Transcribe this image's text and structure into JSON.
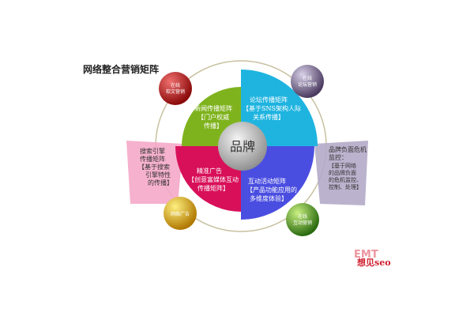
{
  "title": "网络整合营销矩阵",
  "center": "品牌",
  "quadrants": {
    "news": [
      "新闻传播矩阵",
      "【门户权威",
      "传播】"
    ],
    "forum": [
      "论坛传播矩阵",
      "【基于SNS架构人际",
      "关系传播】"
    ],
    "ads": [
      "精准广告",
      "【创意富媒体互动",
      "传播矩阵】"
    ],
    "interactive": [
      "互动活动矩阵",
      "【产品功能应用的",
      "多维度体验】"
    ]
  },
  "spheres": {
    "red": [
      "在线",
      "软文营销"
    ],
    "purple": [
      "在线",
      "论坛营销"
    ],
    "yellow": [
      "网络广告"
    ],
    "green": [
      "在线",
      "互动营销"
    ]
  },
  "fans": {
    "left": [
      "搜索引擎",
      "传播矩阵",
      "【基于搜索",
      "引擎特性",
      "的传播】"
    ],
    "right": [
      "品牌负面危机",
      "监控：",
      "【基于网络",
      "的品牌负面",
      "的危机监控、",
      "控制、处理】"
    ]
  },
  "logo": {
    "top": "EMT",
    "bottom": "想见seo"
  },
  "colors": {
    "green": "#7fb31e",
    "cyan": "#1fb4e0",
    "magenta": "#d8105a",
    "blue": "#4a4ee0",
    "pink": "#f4a8c8",
    "lavender": "#b4aac8"
  }
}
